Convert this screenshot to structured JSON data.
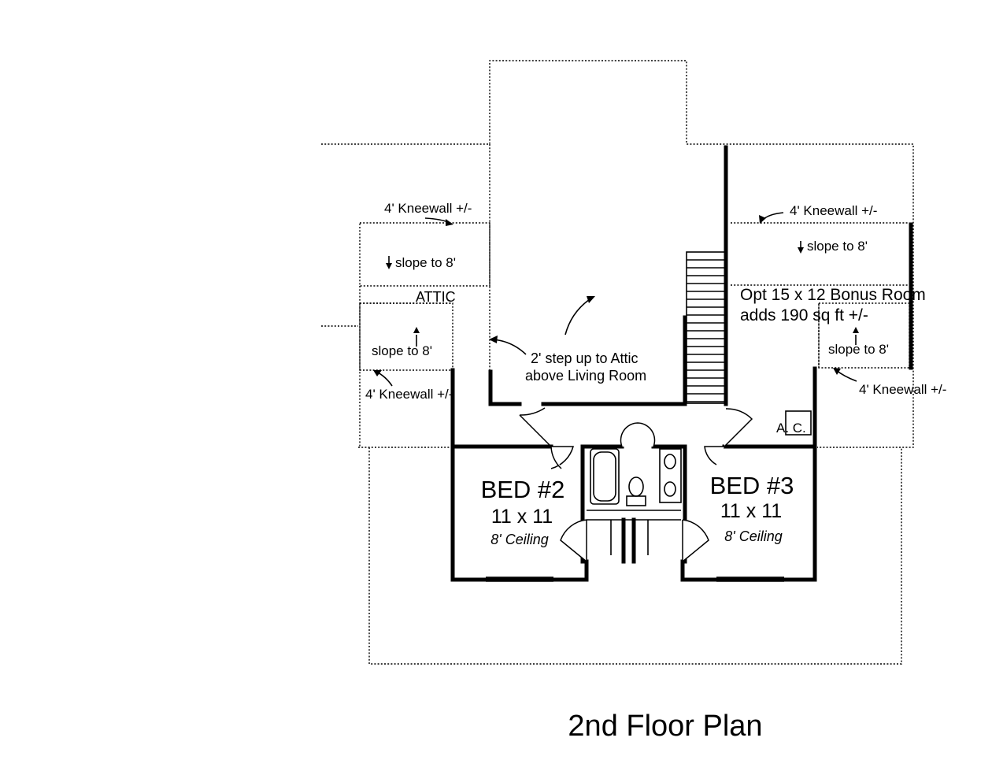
{
  "title": "2nd Floor Plan",
  "labels": {
    "kneewall_top_left": "4' Kneewall +/-",
    "kneewall_top_right": "4' Kneewall +/-",
    "kneewall_bottom_left": "4' Kneewall +/-",
    "kneewall_bottom_right": "4' Kneewall +/-",
    "slope_top_left": "slope to 8'",
    "slope_top_right": "slope to 8'",
    "slope_bottom_left": "slope to 8'",
    "slope_bottom_right": "slope to 8'",
    "attic": "ATTIC",
    "step_up_line1": "2' step up to Attic",
    "step_up_line2": "above Living Room",
    "bonus_line1": "Opt 15 x 12 Bonus Room",
    "bonus_line2": "adds 190 sq ft +/-",
    "ac": "A. C."
  },
  "rooms": [
    {
      "id": "bed2",
      "name": "BED #2",
      "size": "11 x 11",
      "ceiling": "8' Ceiling"
    },
    {
      "id": "bed3",
      "name": "BED #3",
      "size": "11 x 11",
      "ceiling": "8' Ceiling"
    }
  ]
}
